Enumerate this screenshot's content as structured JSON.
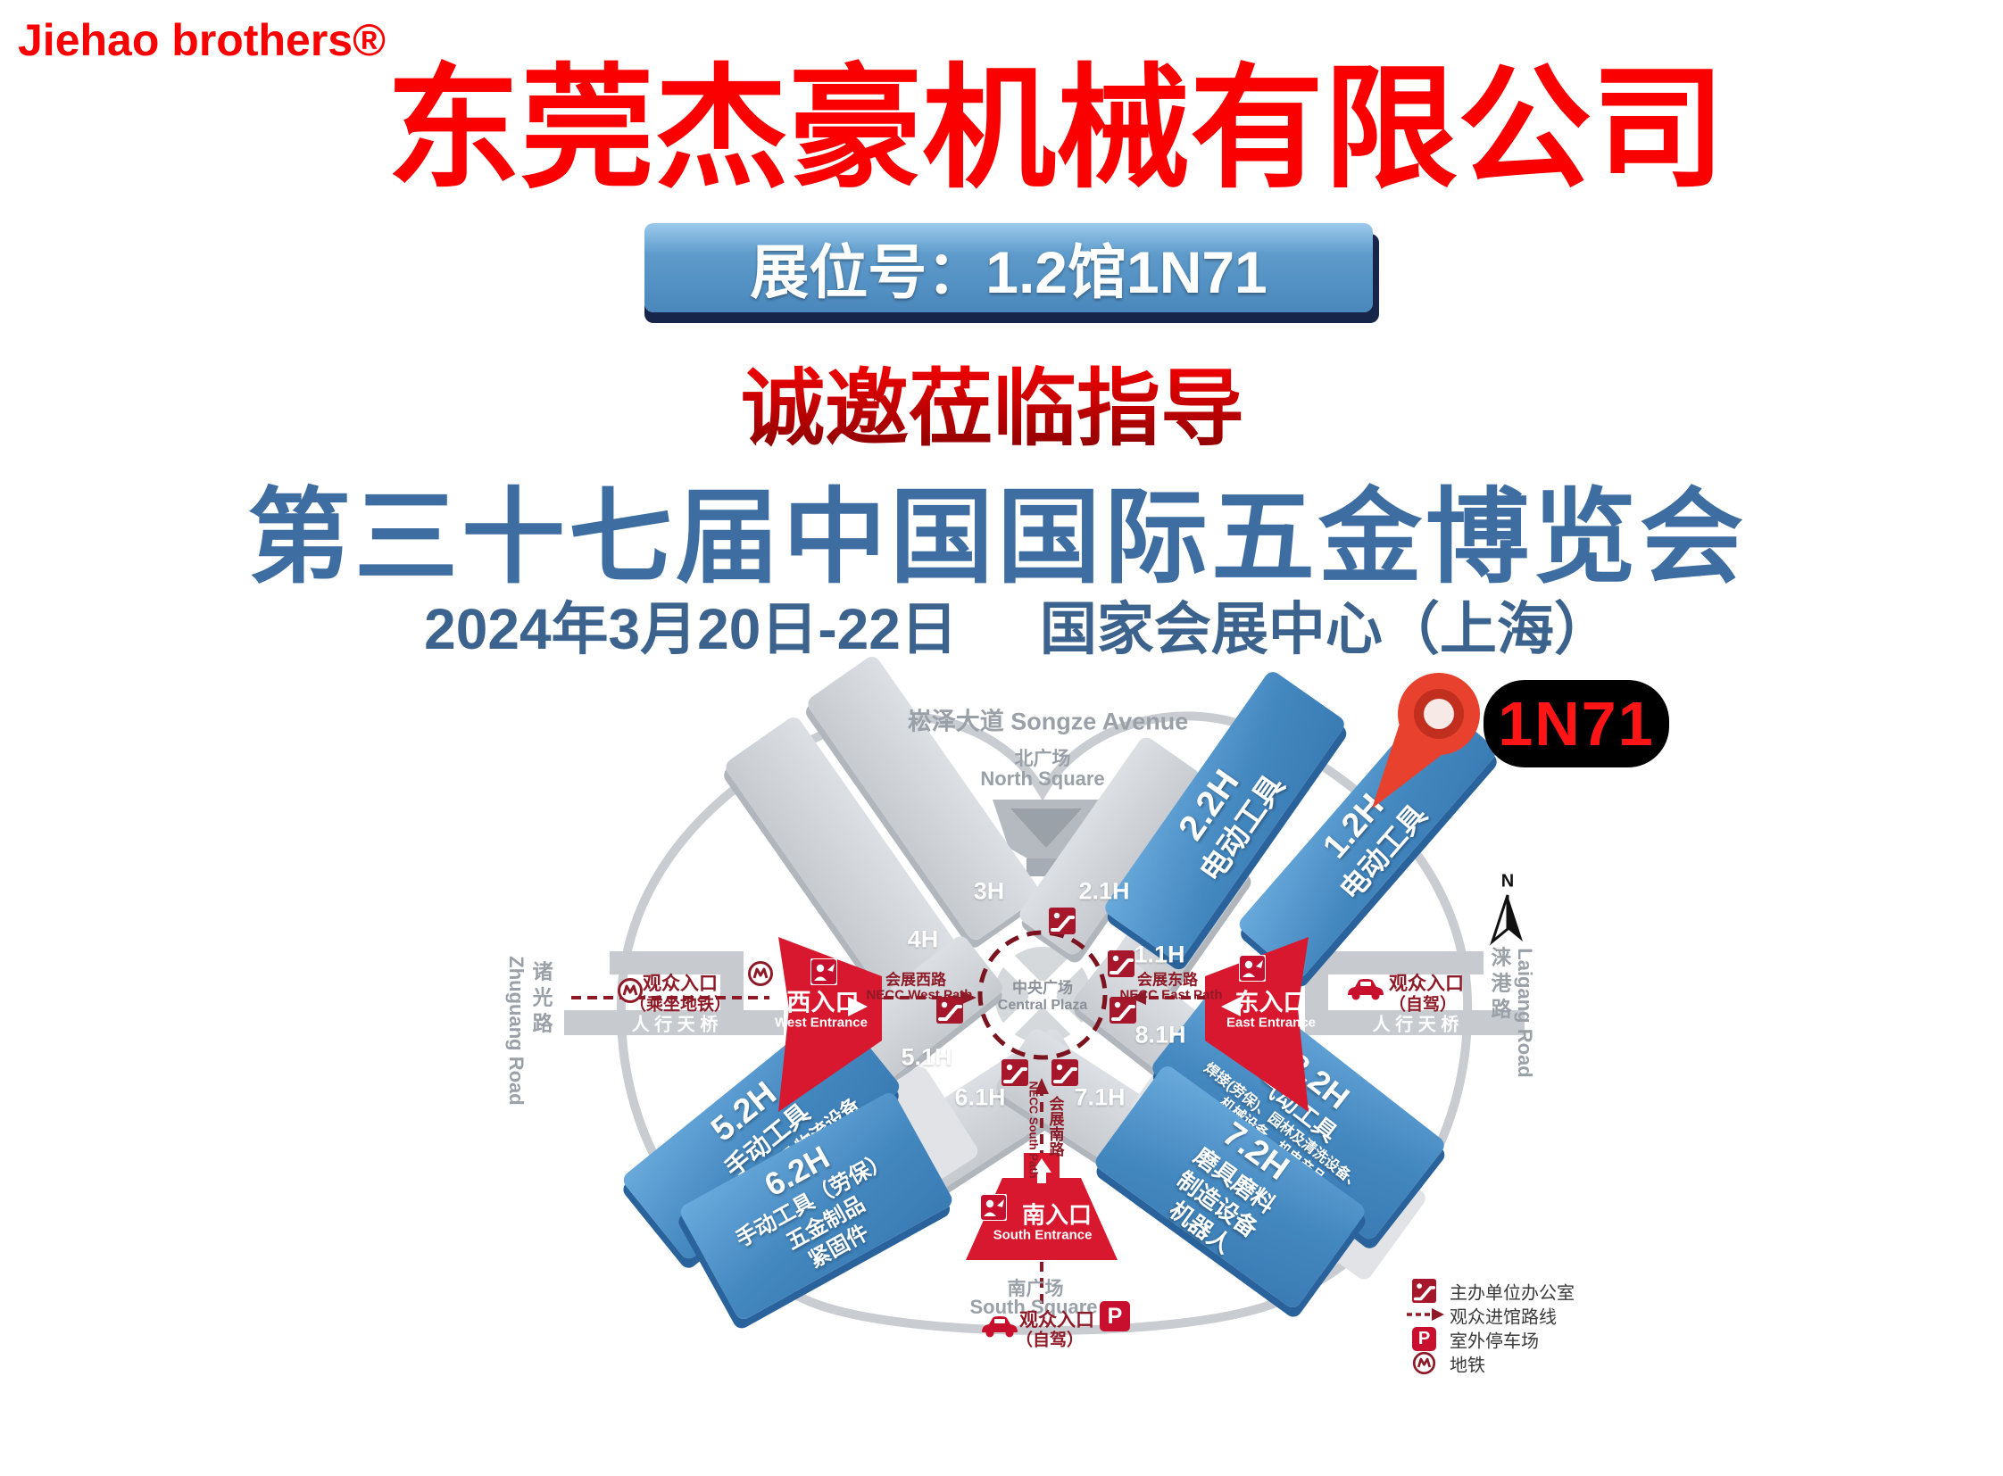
{
  "brand": "Jiehao brothers®",
  "header": {
    "company": "东莞杰豪机械有限公司",
    "booth_badge": "展位号：1.2馆1N71",
    "invitation": "诚邀莅临指导",
    "expo_title": "第三十七届中国国际五金博览会",
    "expo_date": "2024年3月20日-22日",
    "expo_venue": "国家会展中心（上海）"
  },
  "map": {
    "booth_pin_label": "1N71",
    "compass_label": "N",
    "parking_label": "P",
    "roads": {
      "songze": "崧泽大道 Songze Avenue",
      "zhuguang_cn": "诸光路",
      "zhuguang_en": "Zhuguang Road",
      "laigang_cn": "涞港路",
      "laigang_en": "Laigang Road"
    },
    "squares": {
      "north_cn": "北广场",
      "north_en": "North Square",
      "south_cn": "南广场",
      "south_en": "South Square",
      "central_cn": "中央广场",
      "central_en": "Central Plaza"
    },
    "entrances": {
      "west_cn": "西入口",
      "west_en": "West Entrance",
      "east_cn": "东入口",
      "east_en": "East Entrance",
      "south_cn": "南入口",
      "south_en": "South Entrance"
    },
    "paths": {
      "west_cn": "会展西路",
      "west_en": "NECC West Path",
      "east_cn": "会展东路",
      "east_en": "NECC East Path",
      "south_cn": "会展南路",
      "south_en": "NECC South Path"
    },
    "visitor_entries": {
      "metro_line1": "观众入口",
      "metro_line2": "（乘坐地铁）",
      "east_line1": "观众入口",
      "east_line2": "（自驾）",
      "south_line1": "观众入口",
      "south_line2": "（自驾）"
    },
    "bridges": {
      "left": "人 行 天 桥",
      "right": "人 行 天 桥"
    },
    "hall_2_2": {
      "l1": "2.2H",
      "l2": "电动工具"
    },
    "hall_1_2": {
      "l1": "1.2H",
      "l2": "电动工具"
    },
    "hall_5_2": {
      "l1": "5.2H",
      "l2": "手动工具",
      "l3": "起重吊索具及物流设备"
    },
    "hall_6_2": {
      "l1": "6.2H",
      "l2": "手动工具（劳保）",
      "l3": "五金制品",
      "l4": "紧固件"
    },
    "hall_8_2": {
      "l1": "8.2H",
      "l2": "气动工具",
      "l3": "焊接(劳保)、园林及清洗设备、",
      "l4": "机械设备、机电产品"
    },
    "hall_7_2": {
      "l1": "7.2H",
      "l2": "磨具磨料",
      "l3": "制造设备",
      "l4": "机器人"
    },
    "halls_gray": {
      "h3": "3H",
      "h4": "4H",
      "h21": "2.1H",
      "h11": "1.1H",
      "h51": "5.1H",
      "h81": "8.1H",
      "h61": "6.1H",
      "h71": "7.1H"
    },
    "legend": {
      "item1": "主办单位办公室",
      "item2": "观众进馆路线",
      "item3": "室外停车场",
      "item4": "地铁"
    }
  },
  "colors": {
    "title_red": "#fb0000",
    "expo_blue": "#3e6da1",
    "banner_blue": "#4a87bc",
    "map_entrance_red": "#d7182f",
    "map_dark_red": "#8d1a26",
    "hall_blue": "#4488c0",
    "hall_gray": "#c7cbd0"
  }
}
